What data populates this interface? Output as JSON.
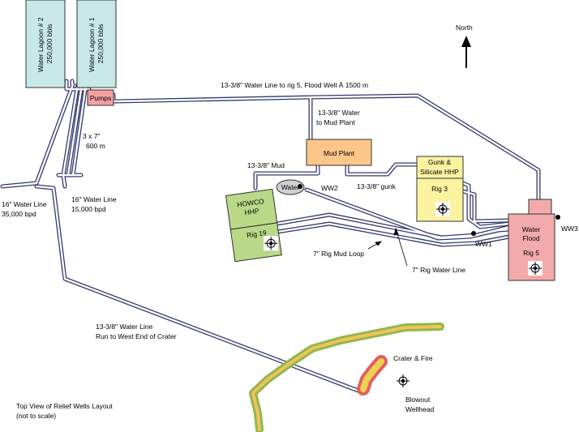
{
  "colors": {
    "lagoon_fill": "#c8e8e8",
    "pumps_fill": "#f2a0a0",
    "mud_plant_fill": "#fcc68a",
    "rig3_fill": "#fbf3a0",
    "rig19_fill": "#b9d888",
    "rig5_fill": "#f2aaaa",
    "pipe_stroke": "#343a6e",
    "crater_outer": "#90b84a",
    "crater_inner": "#f0c25e",
    "fire_outer": "#e06060",
    "fire_inner": "#f0d050"
  },
  "lagoon2": {
    "line1": "Water Lagoon # 2",
    "line2": "250,000 bbls"
  },
  "lagoon1": {
    "line1": "Water Lagoon # 1",
    "line2": "250,000 bbls"
  },
  "pumps": {
    "label": "Pumps"
  },
  "mud_plant": {
    "label": "Mud Plant"
  },
  "gunk": {
    "line1": "Gunk &",
    "line2": "Silicate HHP",
    "rig": "Rig 3"
  },
  "howco": {
    "line1": "HOWCO",
    "line2": "HHP",
    "rig": "Rig 19"
  },
  "water_tank": {
    "label": "Water"
  },
  "water_flood": {
    "line1": "Water",
    "line2": "Flood",
    "rig": "Rig 5"
  },
  "north": {
    "label": "North"
  },
  "labels": {
    "main_line": "13-3/8\" Water Line to rig 5, Flood Well Â 1500 m",
    "to_mud_plant_1": "13-3/8\" Water",
    "to_mud_plant_2": "to Mud Plant",
    "three_by_seven_1": "3 x 7\"",
    "three_by_seven_2": "600 m",
    "sixteen_left_1": "16\" Water Line",
    "sixteen_left_2": "35,000 bpd",
    "sixteen_mid_1": "16\" Water Line",
    "sixteen_mid_2": "15,000 bpd",
    "mud_line": "13-3/8\" Mud",
    "gunk_line": "13-3/8\" gunk",
    "ww2": "WW2",
    "ww1": "WW1",
    "ww3": "WW3",
    "rig_mud_loop": "7\" Rig Mud Loop",
    "rig_water_line": "7\" Rig Water Line",
    "crater_line_1": "13-3/8\" Water Line",
    "crater_line_2": "Run to West End of Crater",
    "crater_fire": "Crater & Fire",
    "blowout_1": "Blowout",
    "blowout_2": "Wellhead",
    "caption_1": "Top View of Relief Wells Layout",
    "caption_2": "(not to scale)"
  }
}
